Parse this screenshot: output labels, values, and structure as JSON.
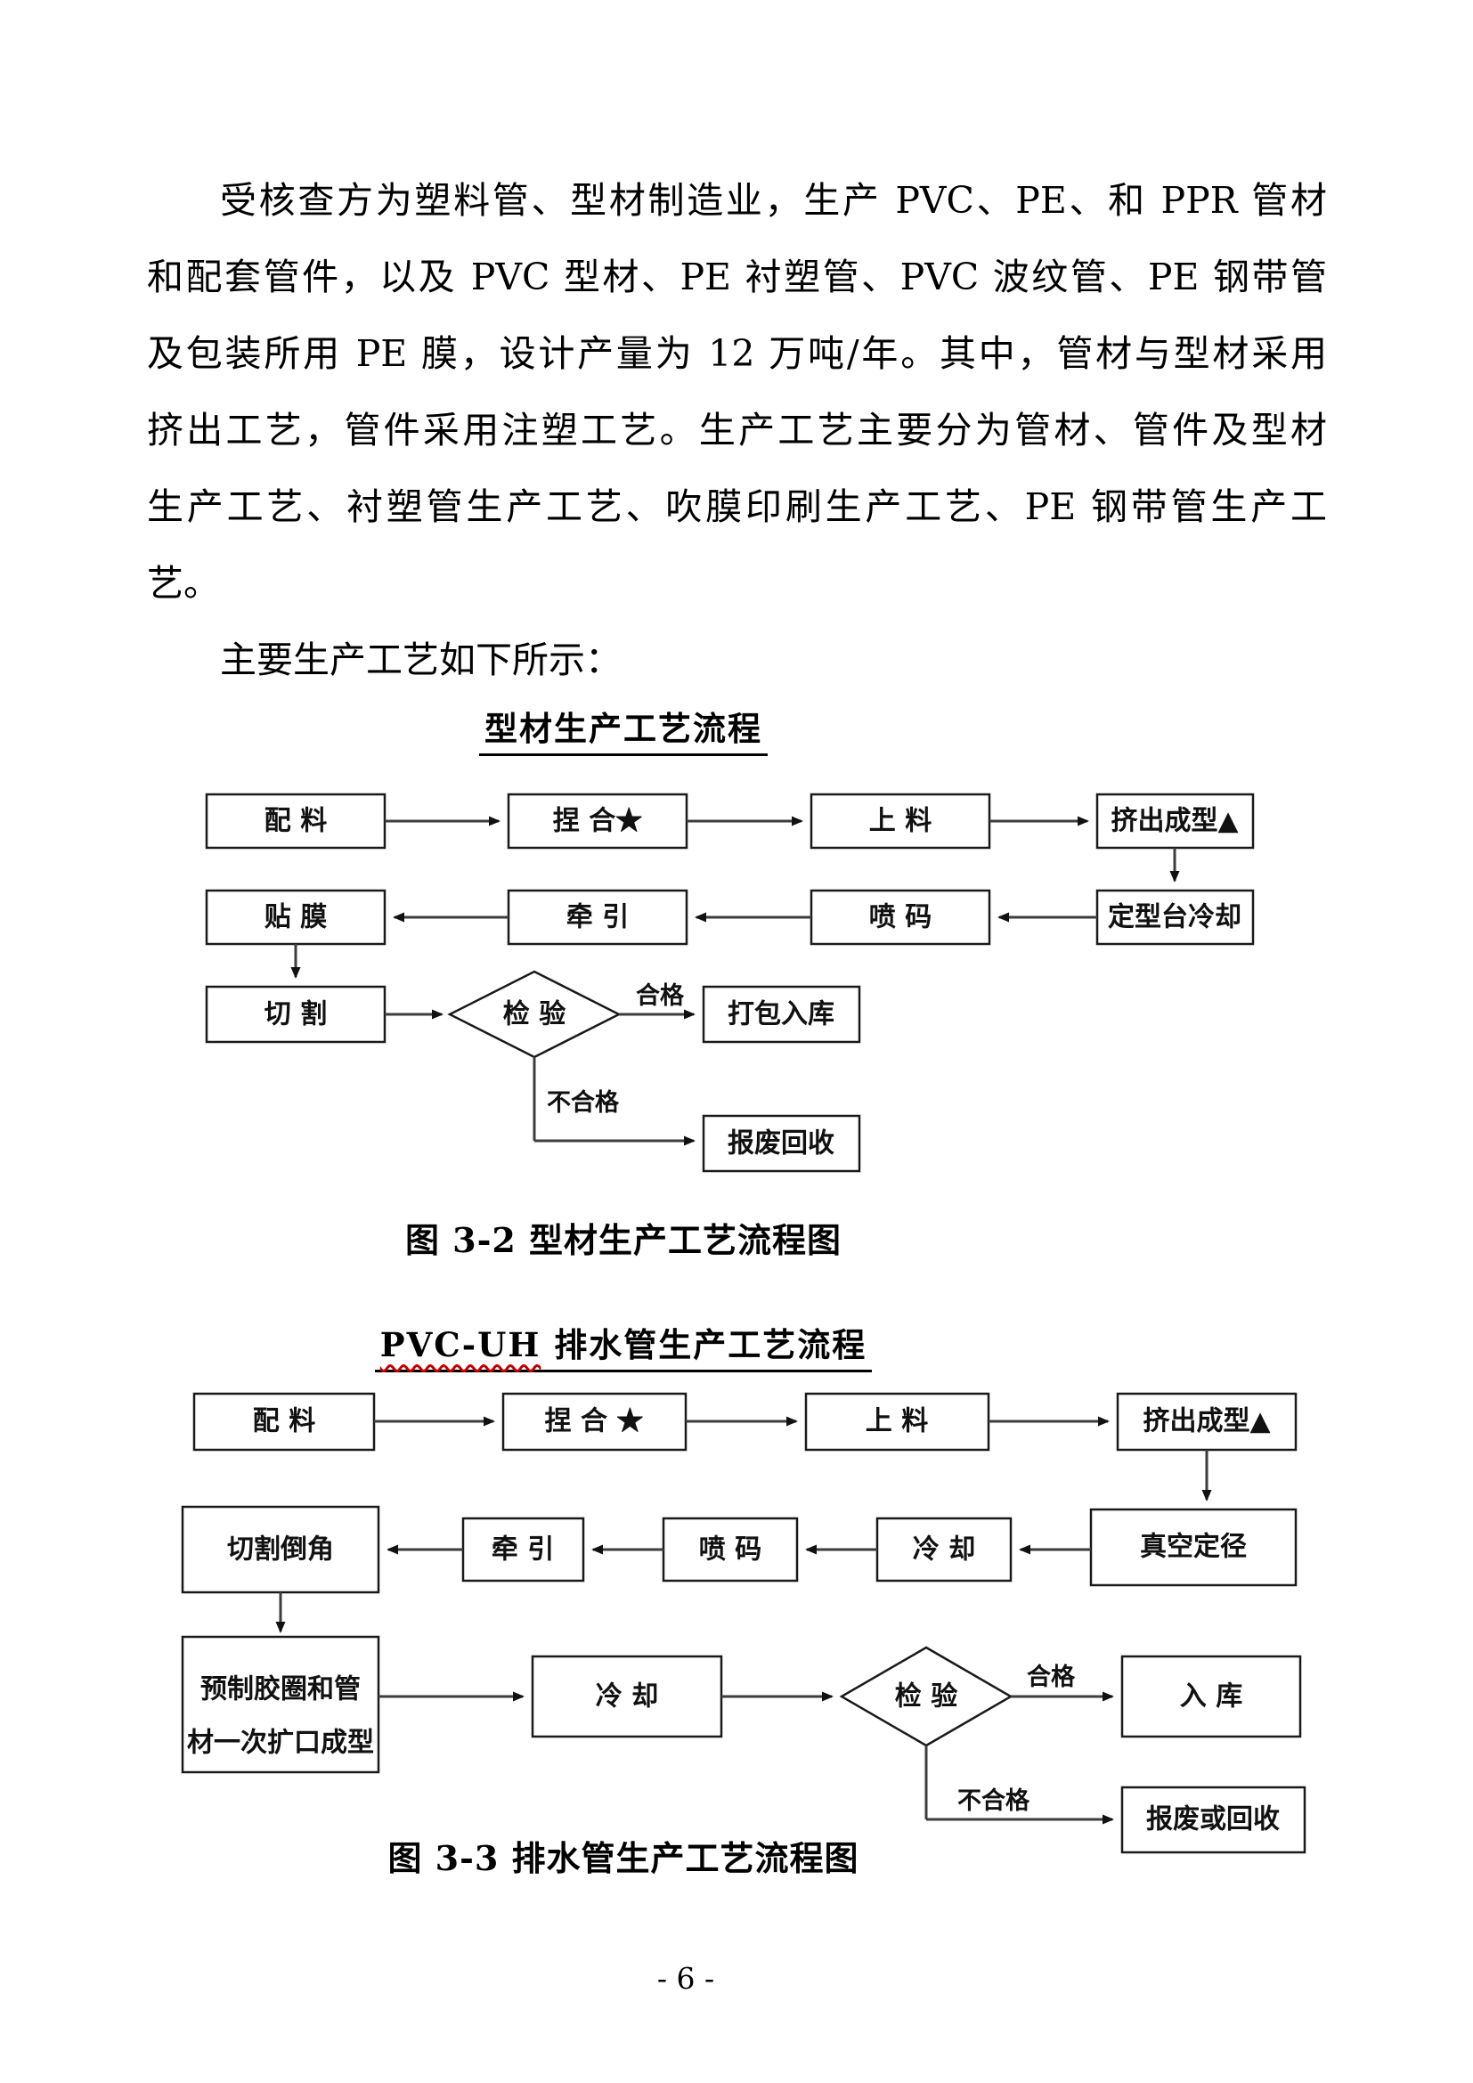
{
  "intro": {
    "lines": [
      "受核查方为塑料管、型材制造业，生产 PVC、PE、和 PPR 管材",
      "和配套管件，以及 PVC 型材、PE 衬塑管、PVC 波纹管、PE 钢带管",
      "及包装所用 PE 膜，设计产量为 12 万吨/年。其中，管材与型材采用",
      "挤出工艺，管件采用注塑工艺。生产工艺主要分为管材、管件及型材",
      "生产工艺、衬塑管生产工艺、吹膜印刷生产工艺、PE 钢带管生产工",
      "艺。"
    ],
    "lead_in": "主要生产工艺如下所示："
  },
  "figure1": {
    "title": "型材生产工艺流程",
    "caption": "图 3-2 型材生产工艺流程图",
    "nodes": {
      "n1": "配 料",
      "n2": "捏 合★",
      "n3": "上 料",
      "n4": "挤出成型▲",
      "n5": "贴 膜",
      "n6": "牵 引",
      "n7": "喷 码",
      "n8": "定型台冷却",
      "n9": "切 割",
      "decision": "检 验",
      "pass_target": "打包入库",
      "fail_target": "报废回收"
    },
    "edge_labels": {
      "pass": "合格",
      "fail": "不合格"
    }
  },
  "figure2": {
    "title_prefix": "PVC-UH",
    "title_suffix": " 排水管生产工艺流程",
    "caption": "图 3-3 排水管生产工艺流程图",
    "nodes": {
      "n1": "配 料",
      "n2": "捏 合 ★",
      "n3": "上 料",
      "n4": "挤出成型▲",
      "n5": "切割倒角",
      "n6": "牵 引",
      "n7": "喷 码",
      "n8": "冷 却",
      "n9": "真空定径",
      "n10_line1": "预制胶圈和管",
      "n10_line2": "材一次扩口成型",
      "n11": "冷 却",
      "decision": "检 验",
      "pass_target": "入 库",
      "fail_target": "报废或回收"
    },
    "edge_labels": {
      "pass": "合格",
      "fail": "不合格"
    }
  },
  "page": {
    "number_label": "- 6 -"
  },
  "colors": {
    "ink": "#000000",
    "arrow": "#3d3d3d",
    "spellcheck_wavy": "#c00000",
    "paper": "#ffffff"
  }
}
